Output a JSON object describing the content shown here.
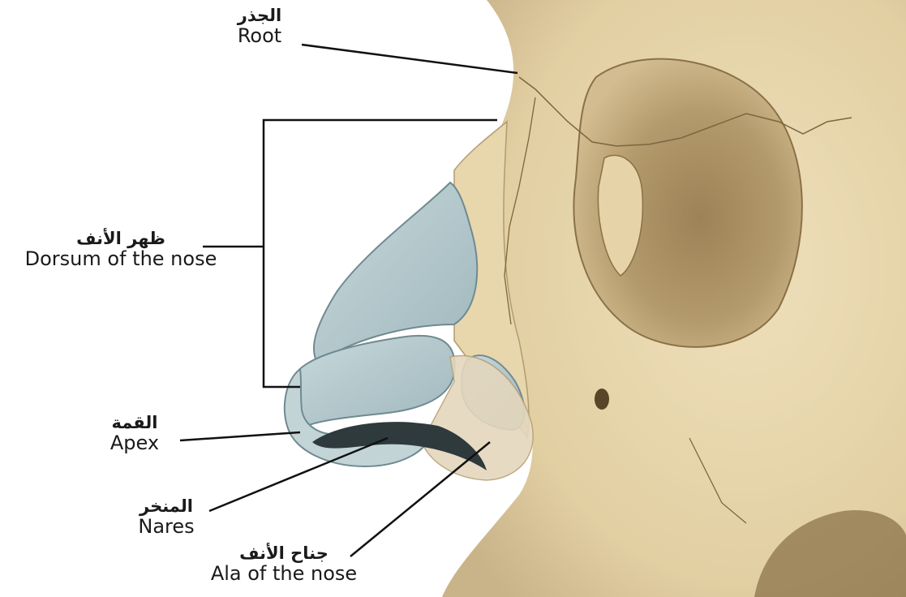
{
  "labels": {
    "root": {
      "arabic": "الجذر",
      "english": "Root"
    },
    "dorsum": {
      "arabic": "ظهر الأنف",
      "english": "Dorsum of the nose"
    },
    "apex": {
      "arabic": "القمة",
      "english": "Apex"
    },
    "nares": {
      "arabic": "المنخر",
      "english": "Nares"
    },
    "ala": {
      "arabic": "جناح الأنف",
      "english": "Ala of the nose"
    }
  },
  "colors": {
    "bone": "#e6d3a8",
    "bone_shadow": "#b8a27a",
    "orbit": "#a88d5f",
    "cartilage": "#b9cdd0",
    "cartilage_edge": "#6f8a90",
    "leader": "#111111"
  }
}
